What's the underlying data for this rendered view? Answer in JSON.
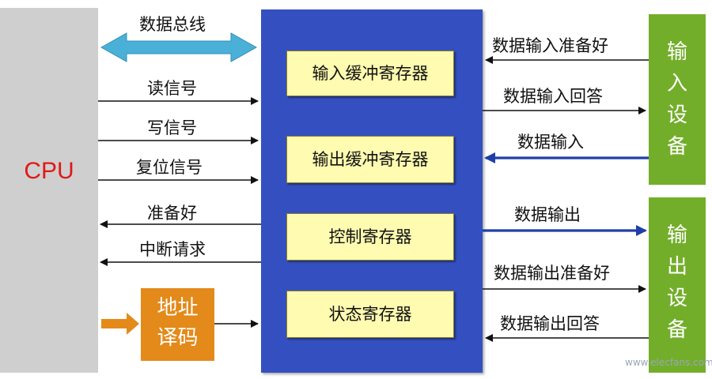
{
  "cpu": {
    "label": "CPU"
  },
  "bus": {
    "label": "数据总线"
  },
  "cpu_signals": {
    "read": "读信号",
    "write": "写信号",
    "reset": "复位信号",
    "ready": "准备好",
    "interrupt": "中断请求"
  },
  "address_decoder": {
    "line1": "地址",
    "line2": "译码"
  },
  "registers": {
    "input_buffer": "输入缓冲寄存器",
    "output_buffer": "输出缓冲寄存器",
    "control": "控制寄存器",
    "status": "状态寄存器"
  },
  "device_signals": {
    "input_ready": "数据输入准备好",
    "input_ack": "数据输入回答",
    "data_in": "数据输入",
    "data_out": "数据输出",
    "output_ready": "数据输出准备好",
    "output_ack": "数据输出回答"
  },
  "devices": {
    "input": [
      "输",
      "入",
      "设",
      "备"
    ],
    "output": [
      "输",
      "出",
      "设",
      "备"
    ]
  },
  "watermark": "www.elecfans.com",
  "colors": {
    "cpu_bg": "#cfcfcf",
    "cpu_text": "#e01818",
    "panel": "#3450c0",
    "register": "#fffbb0",
    "device": "#73ae2a",
    "decoder": "#e38a1a",
    "bus_arrow": "#4bb0d8",
    "data_arrow": "#1f3fa8"
  }
}
